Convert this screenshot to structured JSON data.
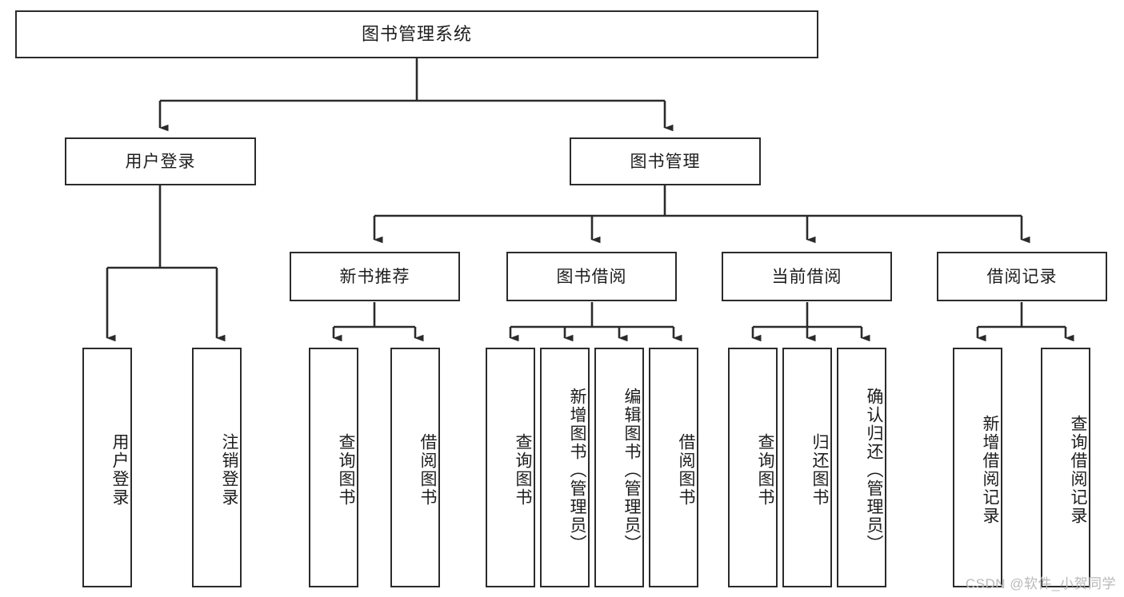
{
  "diagram": {
    "type": "hierarchy-tree",
    "title": "图书管理系统",
    "orientation": "top-down",
    "levels": 4,
    "colors": {
      "box_border": "#2b2b2b",
      "box_fill": "#ffffff",
      "link": "#2b2b2b",
      "text": "#1d1d1d",
      "watermark": "#b9b9b9",
      "background": "#ffffff"
    },
    "root": {
      "id": "root",
      "label": "图书管理系统"
    },
    "level2": [
      {
        "id": "user-login",
        "label": "用户登录"
      },
      {
        "id": "book-manage",
        "label": "图书管理"
      }
    ],
    "level3": [
      {
        "id": "new-book-recommend",
        "label": "新书推荐"
      },
      {
        "id": "book-borrow",
        "label": "图书借阅"
      },
      {
        "id": "current-borrow",
        "label": "当前借阅"
      },
      {
        "id": "borrow-record",
        "label": "借阅记录"
      }
    ],
    "leaves": {
      "user-login": [
        {
          "id": "leaf-user-login",
          "label": "用户登录"
        },
        {
          "id": "leaf-logout-login",
          "label": "注销登录"
        }
      ],
      "new-book-recommend": [
        {
          "id": "leaf-query-book-1",
          "label": "查询图书"
        },
        {
          "id": "leaf-borrow-book-1",
          "label": "借阅图书"
        }
      ],
      "book-borrow": [
        {
          "id": "leaf-query-book-2",
          "label": "查询图书"
        },
        {
          "id": "leaf-add-book",
          "label": "新增图书（管理员）"
        },
        {
          "id": "leaf-edit-book",
          "label": "编辑图书（管理员）"
        },
        {
          "id": "leaf-borrow-book-2",
          "label": "借阅图书"
        }
      ],
      "current-borrow": [
        {
          "id": "leaf-query-book-3",
          "label": "查询图书"
        },
        {
          "id": "leaf-return-book",
          "label": "归还图书"
        },
        {
          "id": "leaf-confirm-return",
          "label": "确认归还（管理员）"
        }
      ],
      "borrow-record": [
        {
          "id": "leaf-add-record",
          "label": "新增借阅记录"
        },
        {
          "id": "leaf-query-record",
          "label": "查询借阅记录"
        }
      ]
    }
  },
  "watermark": {
    "text": "CSDN @软件_小贺同学"
  }
}
